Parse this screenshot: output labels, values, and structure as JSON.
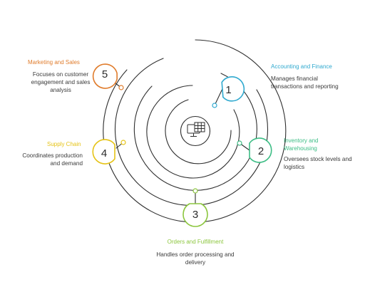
{
  "center_icon": "computer-spreadsheet-icon",
  "colors": {
    "rings": "#2e2e2e",
    "accounting": "#2fa9cf",
    "inventory": "#3dbd85",
    "orders": "#8cc63e",
    "supply": "#e5c316",
    "marketing": "#e07c2c"
  },
  "steps": [
    {
      "number": "1",
      "title": "Accounting and Finance",
      "description": "Manages financial transactions and reporting"
    },
    {
      "number": "2",
      "title": "Inventory and Warehousing",
      "description": "Oversees stock levels and logistics"
    },
    {
      "number": "3",
      "title": "Orders and Fulfillment",
      "description": "Handles order processing and delivery"
    },
    {
      "number": "4",
      "title": "Supply Chain",
      "description": "Coordinates production and demand"
    },
    {
      "number": "5",
      "title": "Marketing and Sales",
      "description": "Focuses on customer engagement and sales analysis"
    }
  ]
}
